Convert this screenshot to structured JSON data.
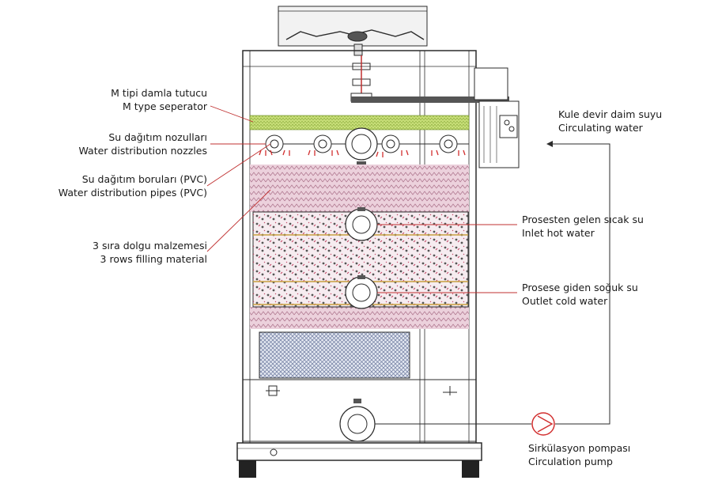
{
  "labels": {
    "drift_eliminator": {
      "tr": "M tipi damla tutucu",
      "en": "M type seperator"
    },
    "nozzles": {
      "tr": "Su dağıtım nozulları",
      "en": "Water distribution nozzles"
    },
    "pipes": {
      "tr": "Su dağıtım boruları (PVC)",
      "en": "Water distribution pipes (PVC)"
    },
    "fill": {
      "tr": "3 sıra dolgu malzemesi",
      "en": "3 rows filling material"
    },
    "circulating": {
      "tr": "Kule devir daim suyu",
      "en": "Circulating water"
    },
    "inlet": {
      "tr": "Prosesten gelen sıcak su",
      "en": "Inlet hot water"
    },
    "outlet": {
      "tr": "Prosese giden soğuk su",
      "en": "Outlet cold water"
    },
    "pump": {
      "tr": "Sirkülasyon pompası",
      "en": "Circulation pump"
    }
  },
  "colors": {
    "frame": "#2b2b2b",
    "separator": "#c9e07a",
    "fill_media": "#e7c4d2",
    "fill_chevron": "#b07890",
    "water_arrow": "#d23030",
    "leader_line": "#c03030",
    "hot_water_line": "#c84040",
    "pipe_line": "#2b2b2b",
    "louver": "#7a86a8",
    "fill_box_border": "#c8a040"
  }
}
